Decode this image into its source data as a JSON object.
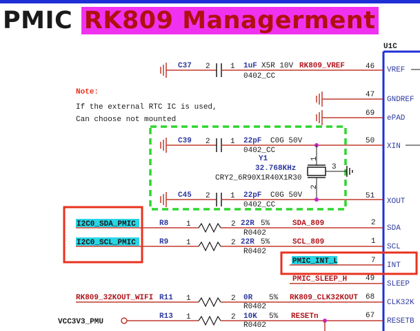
{
  "title": {
    "prefix": "PMIC ",
    "highlight": "RK809 Managerment"
  },
  "note": {
    "heading": "Note:",
    "line1": "If the external RTC IC is used,",
    "line2": "Can choose not mounted"
  },
  "chip": {
    "refdes": "U1C"
  },
  "components": {
    "c37": {
      "ref": "C37",
      "pin2": "2",
      "pin1": "1",
      "value": "1uF",
      "spec": "X5R 10V",
      "footprint": "0402_CC"
    },
    "c39": {
      "ref": "C39",
      "pin2": "2",
      "pin1": "1",
      "value": "22pF",
      "spec": "C0G 50V",
      "footprint": "0402_CC"
    },
    "c45": {
      "ref": "C45",
      "pin2": "2",
      "pin1": "1",
      "value": "22pF",
      "spec": "C0G 50V",
      "footprint": "0402_CC"
    },
    "y1": {
      "ref": "Y1",
      "freq": "32.768KHz",
      "part": "CRY2_6R90X1R40X1R30",
      "pin1": "1",
      "pin2": "2",
      "pin3": "3"
    },
    "r8": {
      "ref": "R8",
      "pin1": "1",
      "pin2": "2",
      "value": "22R",
      "tol": "5%",
      "footprint": "R0402"
    },
    "r9": {
      "ref": "R9",
      "pin1": "1",
      "pin2": "2",
      "value": "22R",
      "tol": "5%",
      "footprint": "R0402"
    },
    "r11": {
      "ref": "R11",
      "pin1": "1",
      "pin2": "2",
      "value": "0R",
      "tol": "5%",
      "footprint": "R0402"
    },
    "r13": {
      "ref": "R13",
      "pin1": "1",
      "pin2": "2",
      "value": "10K",
      "tol": "5%",
      "footprint": "R0402"
    }
  },
  "nets": {
    "vref": "RK809_VREF",
    "i2c_sda": "I2C0_SDA_PMIC",
    "i2c_scl": "I2C0_SCL_PMIC",
    "sda_809": "SDA_809",
    "scl_809": "SCL_809",
    "pmic_int": "PMIC_INT_L",
    "pmic_sleep": "PMIC_SLEEP_H",
    "wifi_32k": "RK809_32KOUT_WIFI",
    "clk32k": "RK809_CLK32KOUT",
    "vcc": "VCC3V3_PMU",
    "resetn": "RESETn"
  },
  "pins": [
    {
      "num": "46",
      "name": "VREF"
    },
    {
      "num": "47",
      "name": "GNDREF"
    },
    {
      "num": "69",
      "name": "ePAD"
    },
    {
      "num": "50",
      "name": "XIN"
    },
    {
      "num": "51",
      "name": "XOUT"
    },
    {
      "num": "2",
      "name": "SDA"
    },
    {
      "num": "1",
      "name": "SCL"
    },
    {
      "num": "7",
      "name": "INT"
    },
    {
      "num": "49",
      "name": "SLEEP"
    },
    {
      "num": "68",
      "name": "CLK32K"
    },
    {
      "num": "67",
      "name": "RESETB"
    }
  ],
  "colors": {
    "wire": "#c0392b",
    "chip_border": "#1f2fd6",
    "net_label": "#b0151c",
    "ref_label": "#2e3a9e",
    "net_highlight": "#29d6e6",
    "title_highlight": "#f032f0",
    "annotation_red": "#e8321e",
    "annotation_green": "#2ed62e",
    "junction": "#cc22cc"
  }
}
